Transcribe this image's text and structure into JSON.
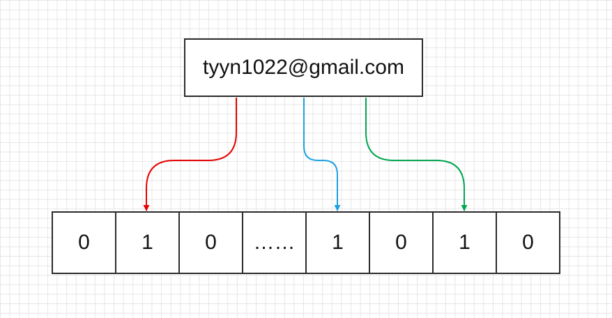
{
  "key": {
    "text": "tyyn1022@gmail.com"
  },
  "bits": [
    {
      "value": "0"
    },
    {
      "value": "1"
    },
    {
      "value": "0"
    },
    {
      "value": "……"
    },
    {
      "value": "1"
    },
    {
      "value": "0"
    },
    {
      "value": "1"
    },
    {
      "value": "0"
    }
  ],
  "colors": {
    "hash1": "#e60000",
    "hash2": "#1ba1e2",
    "hash3": "#00a650"
  }
}
